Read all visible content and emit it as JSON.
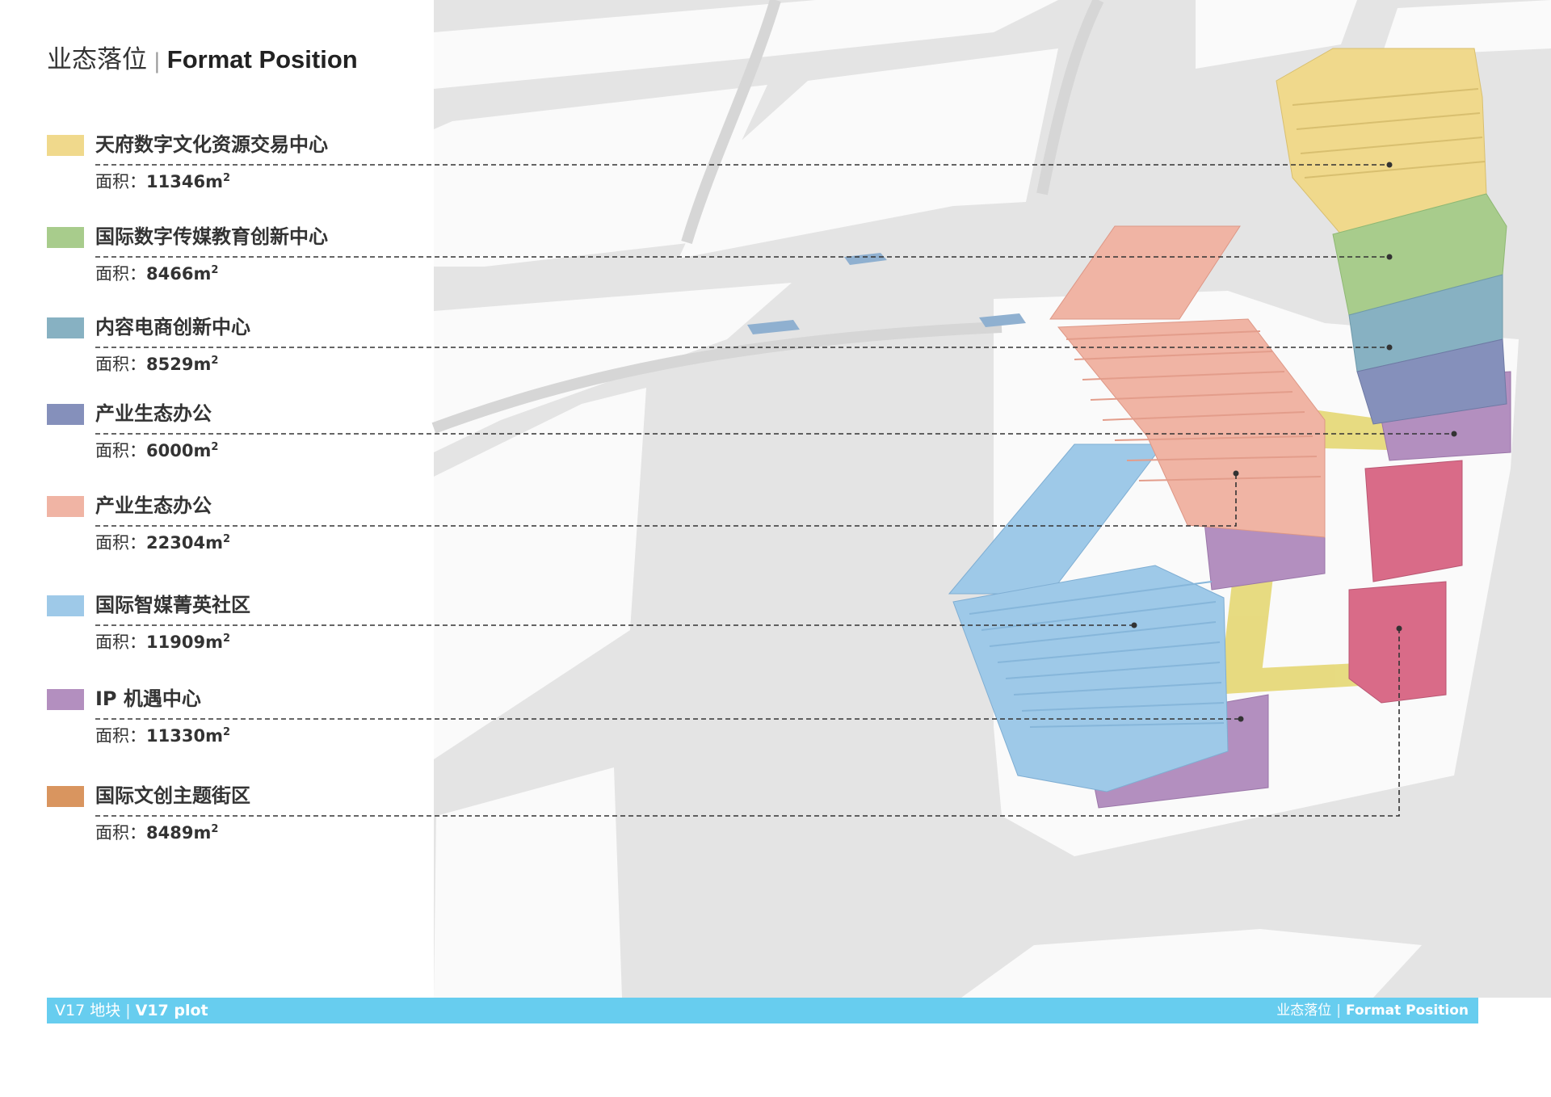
{
  "header": {
    "title_cn": "业态落位",
    "separator": "|",
    "title_en": "Format Position"
  },
  "area_label": "面积：",
  "area_unit_base": "m",
  "area_unit_sup": "2",
  "legend": [
    {
      "name": "天府数字文化资源交易中心",
      "area": "11346",
      "color": "#f0d98c"
    },
    {
      "name": "国际数字传媒教育创新中心",
      "area": "8466",
      "color": "#a8cc8c"
    },
    {
      "name": "内容电商创新中心",
      "area": "8529",
      "color": "#87b1c2"
    },
    {
      "name": "产业生态办公",
      "area": "6000",
      "color": "#8590bb"
    },
    {
      "name": "产业生态办公",
      "area": "22304",
      "color": "#f0b4a4"
    },
    {
      "name": "国际智媒菁英社区",
      "area": "11909",
      "color": "#9ec9e8"
    },
    {
      "name": "IP 机遇中心",
      "area": "11330",
      "color": "#b38fbf"
    },
    {
      "name": "国际文创主题街区",
      "area": "8489",
      "color": "#d9955f"
    }
  ],
  "footer": {
    "left_cn": "V17 地块",
    "left_sep": "|",
    "left_en": "V17 plot",
    "right_cn": "业态落位",
    "right_sep": "|",
    "right_en": "Format Position",
    "bar_color": "#67cdef"
  },
  "building_colors": {
    "yellow": "#f0d98c",
    "green": "#a8cc8c",
    "teal": "#87b1c2",
    "navy": "#8590bb",
    "salmon": "#f0b4a4",
    "sky": "#9ec9e8",
    "purple": "#b38fbf",
    "magenta": "#d96b88",
    "bridge": "#e6d97a"
  }
}
